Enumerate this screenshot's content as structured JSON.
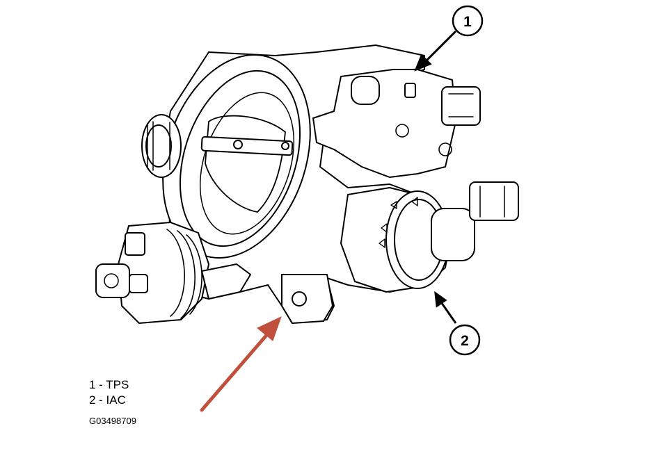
{
  "callouts": [
    {
      "number": "1"
    },
    {
      "number": "2"
    }
  ],
  "legend": [
    {
      "text": "1 - TPS"
    },
    {
      "text": "2 - IAC"
    }
  ],
  "figure_id": "G03498709",
  "colors": {
    "line": "#000000",
    "pointer_arrow": "#c0503c",
    "background": "#ffffff"
  }
}
